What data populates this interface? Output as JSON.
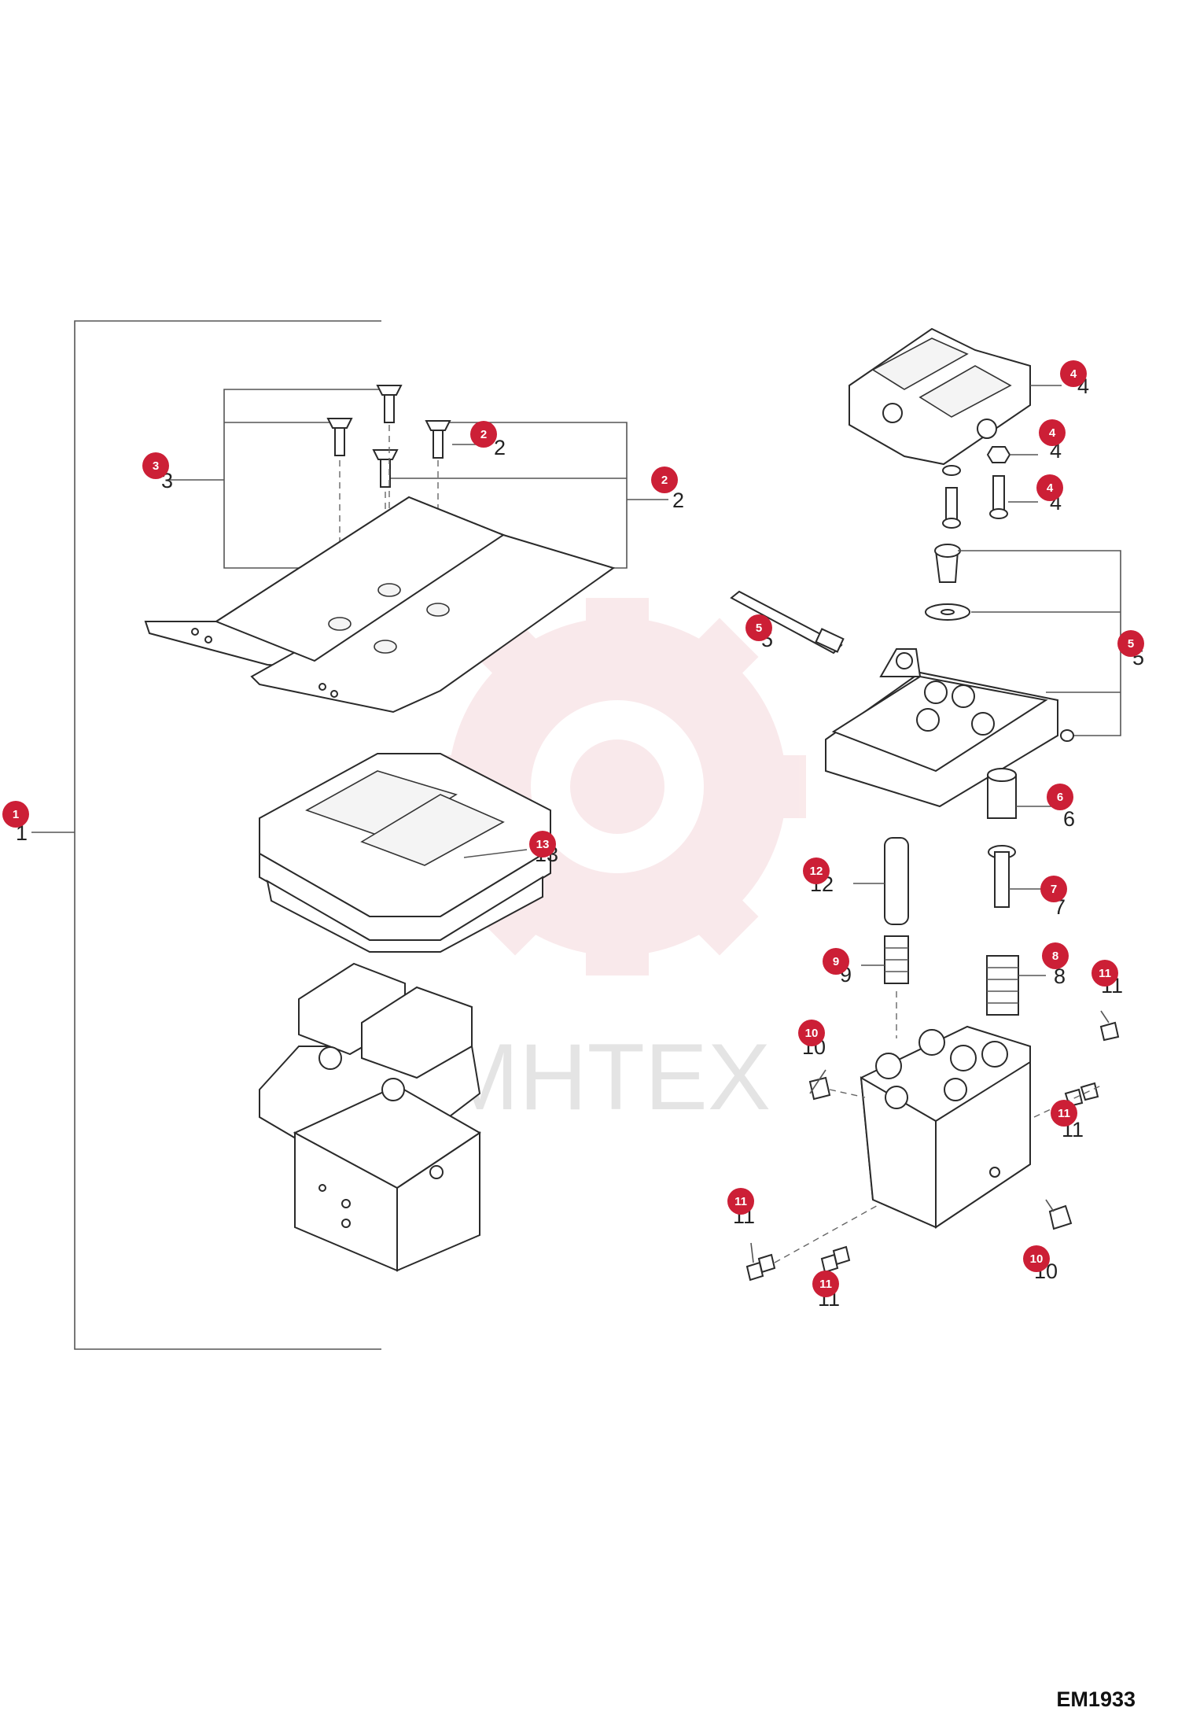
{
  "drawing_code": "EM1933",
  "watermark": {
    "text": "MHTEX",
    "color": "#e8a0a6"
  },
  "accent_color": "#cc1f36",
  "callouts": [
    {
      "id": "c1",
      "number": "1",
      "label": "1"
    },
    {
      "id": "c2a",
      "number": "2",
      "label": "2"
    },
    {
      "id": "c2b",
      "number": "2",
      "label": "2"
    },
    {
      "id": "c3",
      "number": "3",
      "label": "3"
    },
    {
      "id": "c4a",
      "number": "4",
      "label": "4"
    },
    {
      "id": "c4b",
      "number": "4",
      "label": "4"
    },
    {
      "id": "c4c",
      "number": "4",
      "label": "4"
    },
    {
      "id": "c5a",
      "number": "5",
      "label": "5"
    },
    {
      "id": "c5b",
      "number": "5",
      "label": "5"
    },
    {
      "id": "c6",
      "number": "6",
      "label": "6"
    },
    {
      "id": "c7",
      "number": "7",
      "label": "7"
    },
    {
      "id": "c8",
      "number": "8",
      "label": "8"
    },
    {
      "id": "c9",
      "number": "9",
      "label": "9"
    },
    {
      "id": "c10a",
      "number": "10",
      "label": "10"
    },
    {
      "id": "c10b",
      "number": "10",
      "label": "10"
    },
    {
      "id": "c11a",
      "number": "11",
      "label": "11"
    },
    {
      "id": "c11b",
      "number": "11",
      "label": "11"
    },
    {
      "id": "c11c",
      "number": "11",
      "label": "11"
    },
    {
      "id": "c11d",
      "number": "11",
      "label": "11"
    },
    {
      "id": "c12",
      "number": "12",
      "label": "12"
    },
    {
      "id": "c13",
      "number": "13",
      "label": "13"
    }
  ]
}
